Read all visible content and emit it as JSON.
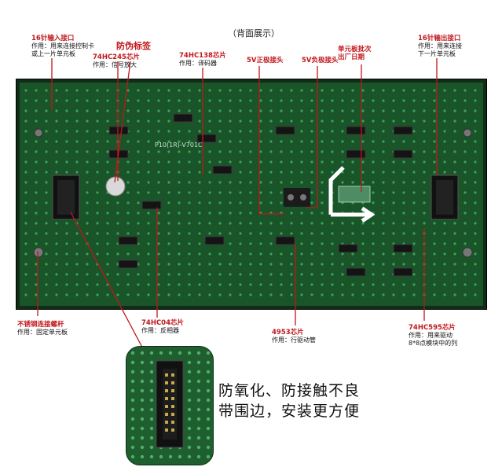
{
  "title": "（背面展示）",
  "labels": {
    "in16": {
      "h": "16针输入接口",
      "d1": "作用：用来连接控制卡",
      "d2": "或上一片单元板"
    },
    "anti": {
      "h": "防伪标签"
    },
    "hc245": {
      "h": "74HC245芯片",
      "d": "作用：信号放大"
    },
    "hc138": {
      "h": "74HC138芯片",
      "d": "作用：译码器"
    },
    "v5pos": {
      "h": "5V正极接头"
    },
    "v5neg": {
      "h": "5V负极接头"
    },
    "batch": {
      "h1": "单元板批次",
      "h2": "出厂日期"
    },
    "out16": {
      "h": "16针输出接口",
      "d1": "作用：用来连接",
      "d2": "下一片单元板"
    },
    "screw": {
      "h": "不锈钢连接螺杆",
      "d": "作用：固定单元板"
    },
    "hc04": {
      "h": "74HC04芯片",
      "d": "作用：反相器"
    },
    "c4953": {
      "h": "4953芯片",
      "d": "作用：行驱动管"
    },
    "hc595": {
      "h": "74HC595芯片",
      "d1": "作用：用来驱动",
      "d2": "8*8点模块中的列"
    }
  },
  "board": {
    "silk": "P10(1R)-V701C",
    "led_color": "#3aa35a",
    "pcb_color": "#1a5429"
  },
  "feature": {
    "line1": "防氧化、防接触不良",
    "line2": "带围边，安装更方便"
  },
  "colors": {
    "accent": "#c0171c",
    "leader": "#c0171c"
  }
}
